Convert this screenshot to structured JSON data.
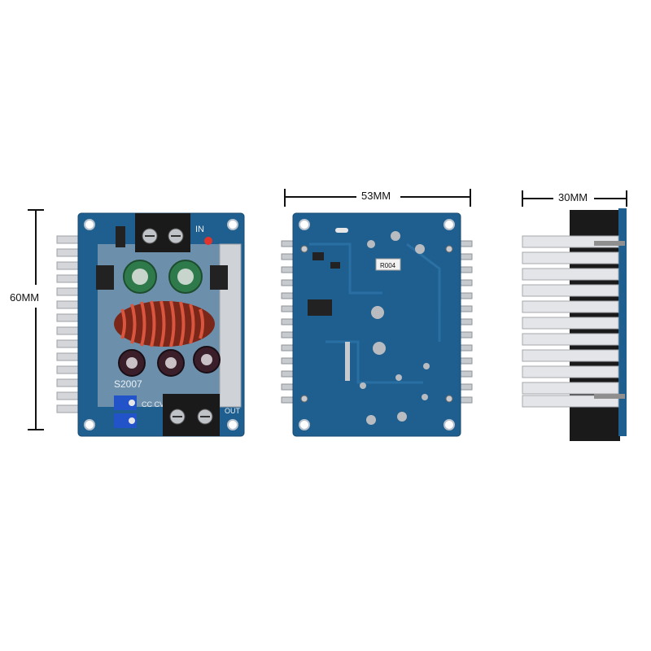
{
  "dimensions": {
    "height_label": "60MM",
    "width_label": "53MM",
    "depth_label": "30MM"
  },
  "board_markings": {
    "in_label": "IN",
    "out_label": "OUT",
    "cc_cv_label": "CC CV",
    "model_label": "S2007",
    "resistor_code": "R004"
  },
  "colors": {
    "pcb_blue": "#1f5f8f",
    "heatsink_silver": "#d8dadd",
    "terminal_black": "#1a1a1a",
    "coil_copper": "#b5402c"
  }
}
